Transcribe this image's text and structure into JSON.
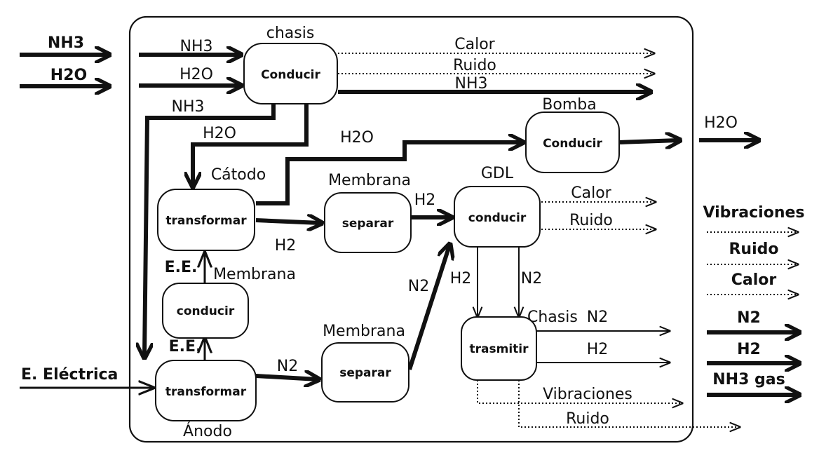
{
  "inputs": {
    "nh3": "NH3",
    "h2o": "H2O",
    "electric": "E. Eléctrica"
  },
  "outputs": {
    "h2o": "H2O",
    "vibraciones": "Vibraciones",
    "ruido": "Ruido",
    "calor": "Calor",
    "n2": "N2",
    "h2": "H2",
    "nh3gas": "NH3 gas"
  },
  "components": {
    "chasis": {
      "label": "chasis",
      "function": "Conducir"
    },
    "bomba": {
      "label": "Bomba",
      "function": "Conducir"
    },
    "catodo": {
      "label": "Cátodo",
      "function": "transformar"
    },
    "membrana_ee": {
      "label": "Membrana",
      "function": "conducir"
    },
    "anodo": {
      "label": "Ánodo",
      "function": "transformar"
    },
    "membrana_h2": {
      "label": "Membrana",
      "function": "separar"
    },
    "membrana_n2": {
      "label": "Membrana",
      "function": "separar"
    },
    "gdl": {
      "label": "GDL",
      "function": "conducir"
    },
    "chasis_out": {
      "label": "Chasis",
      "function": "trasmitir"
    }
  },
  "flows": {
    "nh3_in": "NH3",
    "h2o_in": "H2O",
    "calor_chasis": "Calor",
    "ruido_chasis": "Ruido",
    "nh3_chasis": "NH3",
    "nh3_down": "NH3",
    "h2o_down": "H2O",
    "h2o_bomba": "H2O",
    "h2_membrana": "H2",
    "h2_gdl": "H2",
    "calor_gdl": "Calor",
    "ruido_gdl": "Ruido",
    "ee_up1": "E.E.",
    "ee_up2": "E.E.",
    "n2_anodo": "N2",
    "n2_gdl": "N2",
    "gdl_h2": "H2",
    "gdl_n2": "N2",
    "tr_n2": "N2",
    "tr_h2": "H2",
    "tr_vib": "Vibraciones",
    "tr_ruido": "Ruido"
  }
}
